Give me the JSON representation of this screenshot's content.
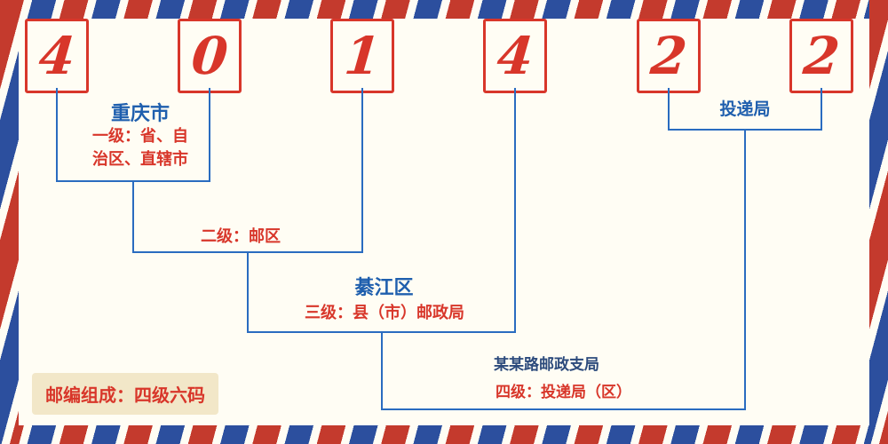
{
  "postal_code": {
    "digits": [
      "4",
      "0",
      "1",
      "4",
      "2",
      "2"
    ]
  },
  "levels": {
    "level1": {
      "name": "重庆市",
      "desc_line1": "一级：省、自",
      "desc_line2": "治区、直辖市"
    },
    "level2": {
      "desc": "二级：邮区"
    },
    "level3": {
      "name": "綦江区",
      "desc": "三级：县（市）邮政局"
    },
    "level4": {
      "office": "投递局",
      "branch": "某某路邮政支局",
      "desc": "四级：投递局（区）"
    }
  },
  "footer": {
    "note": "邮编组成：四级六码"
  },
  "colors": {
    "red": "#d8362a",
    "blue": "#1f5fae",
    "navy": "#2c4a7c",
    "line": "#2a6cc0",
    "bg": "#fffdf4",
    "badge": "#f2e7c8",
    "stripeRed": "#c43a2d",
    "stripeBlue": "#2c4f9e"
  }
}
